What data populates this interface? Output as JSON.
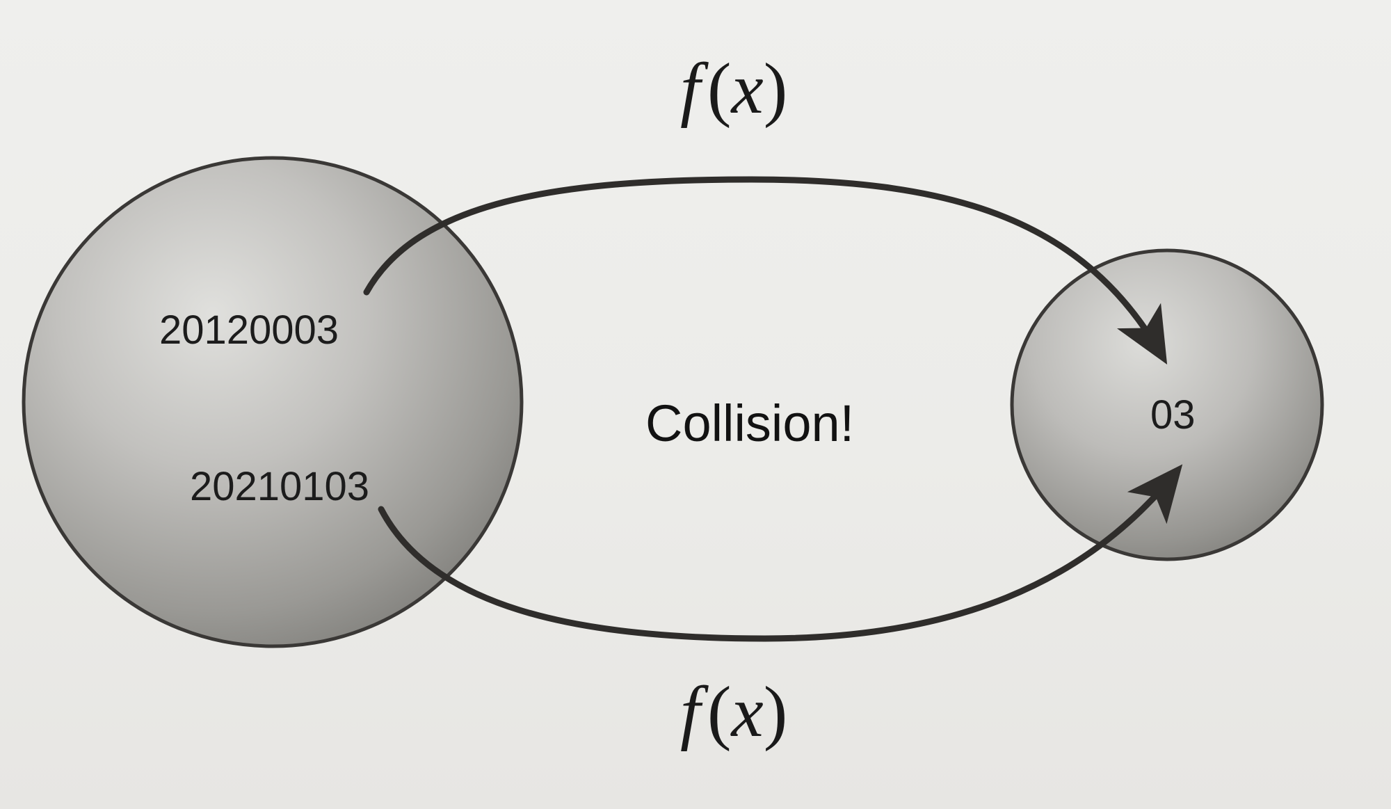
{
  "diagram": {
    "source_set": {
      "keys": [
        "20120003",
        "20210103"
      ]
    },
    "target_set": {
      "value": "03"
    },
    "mapping_top_label": {
      "fn": "f",
      "open": "(",
      "arg": "x",
      "close": ")"
    },
    "mapping_bottom_label": {
      "fn": "f",
      "open": "(",
      "arg": "x",
      "close": ")"
    },
    "center_label": "Collision!"
  }
}
